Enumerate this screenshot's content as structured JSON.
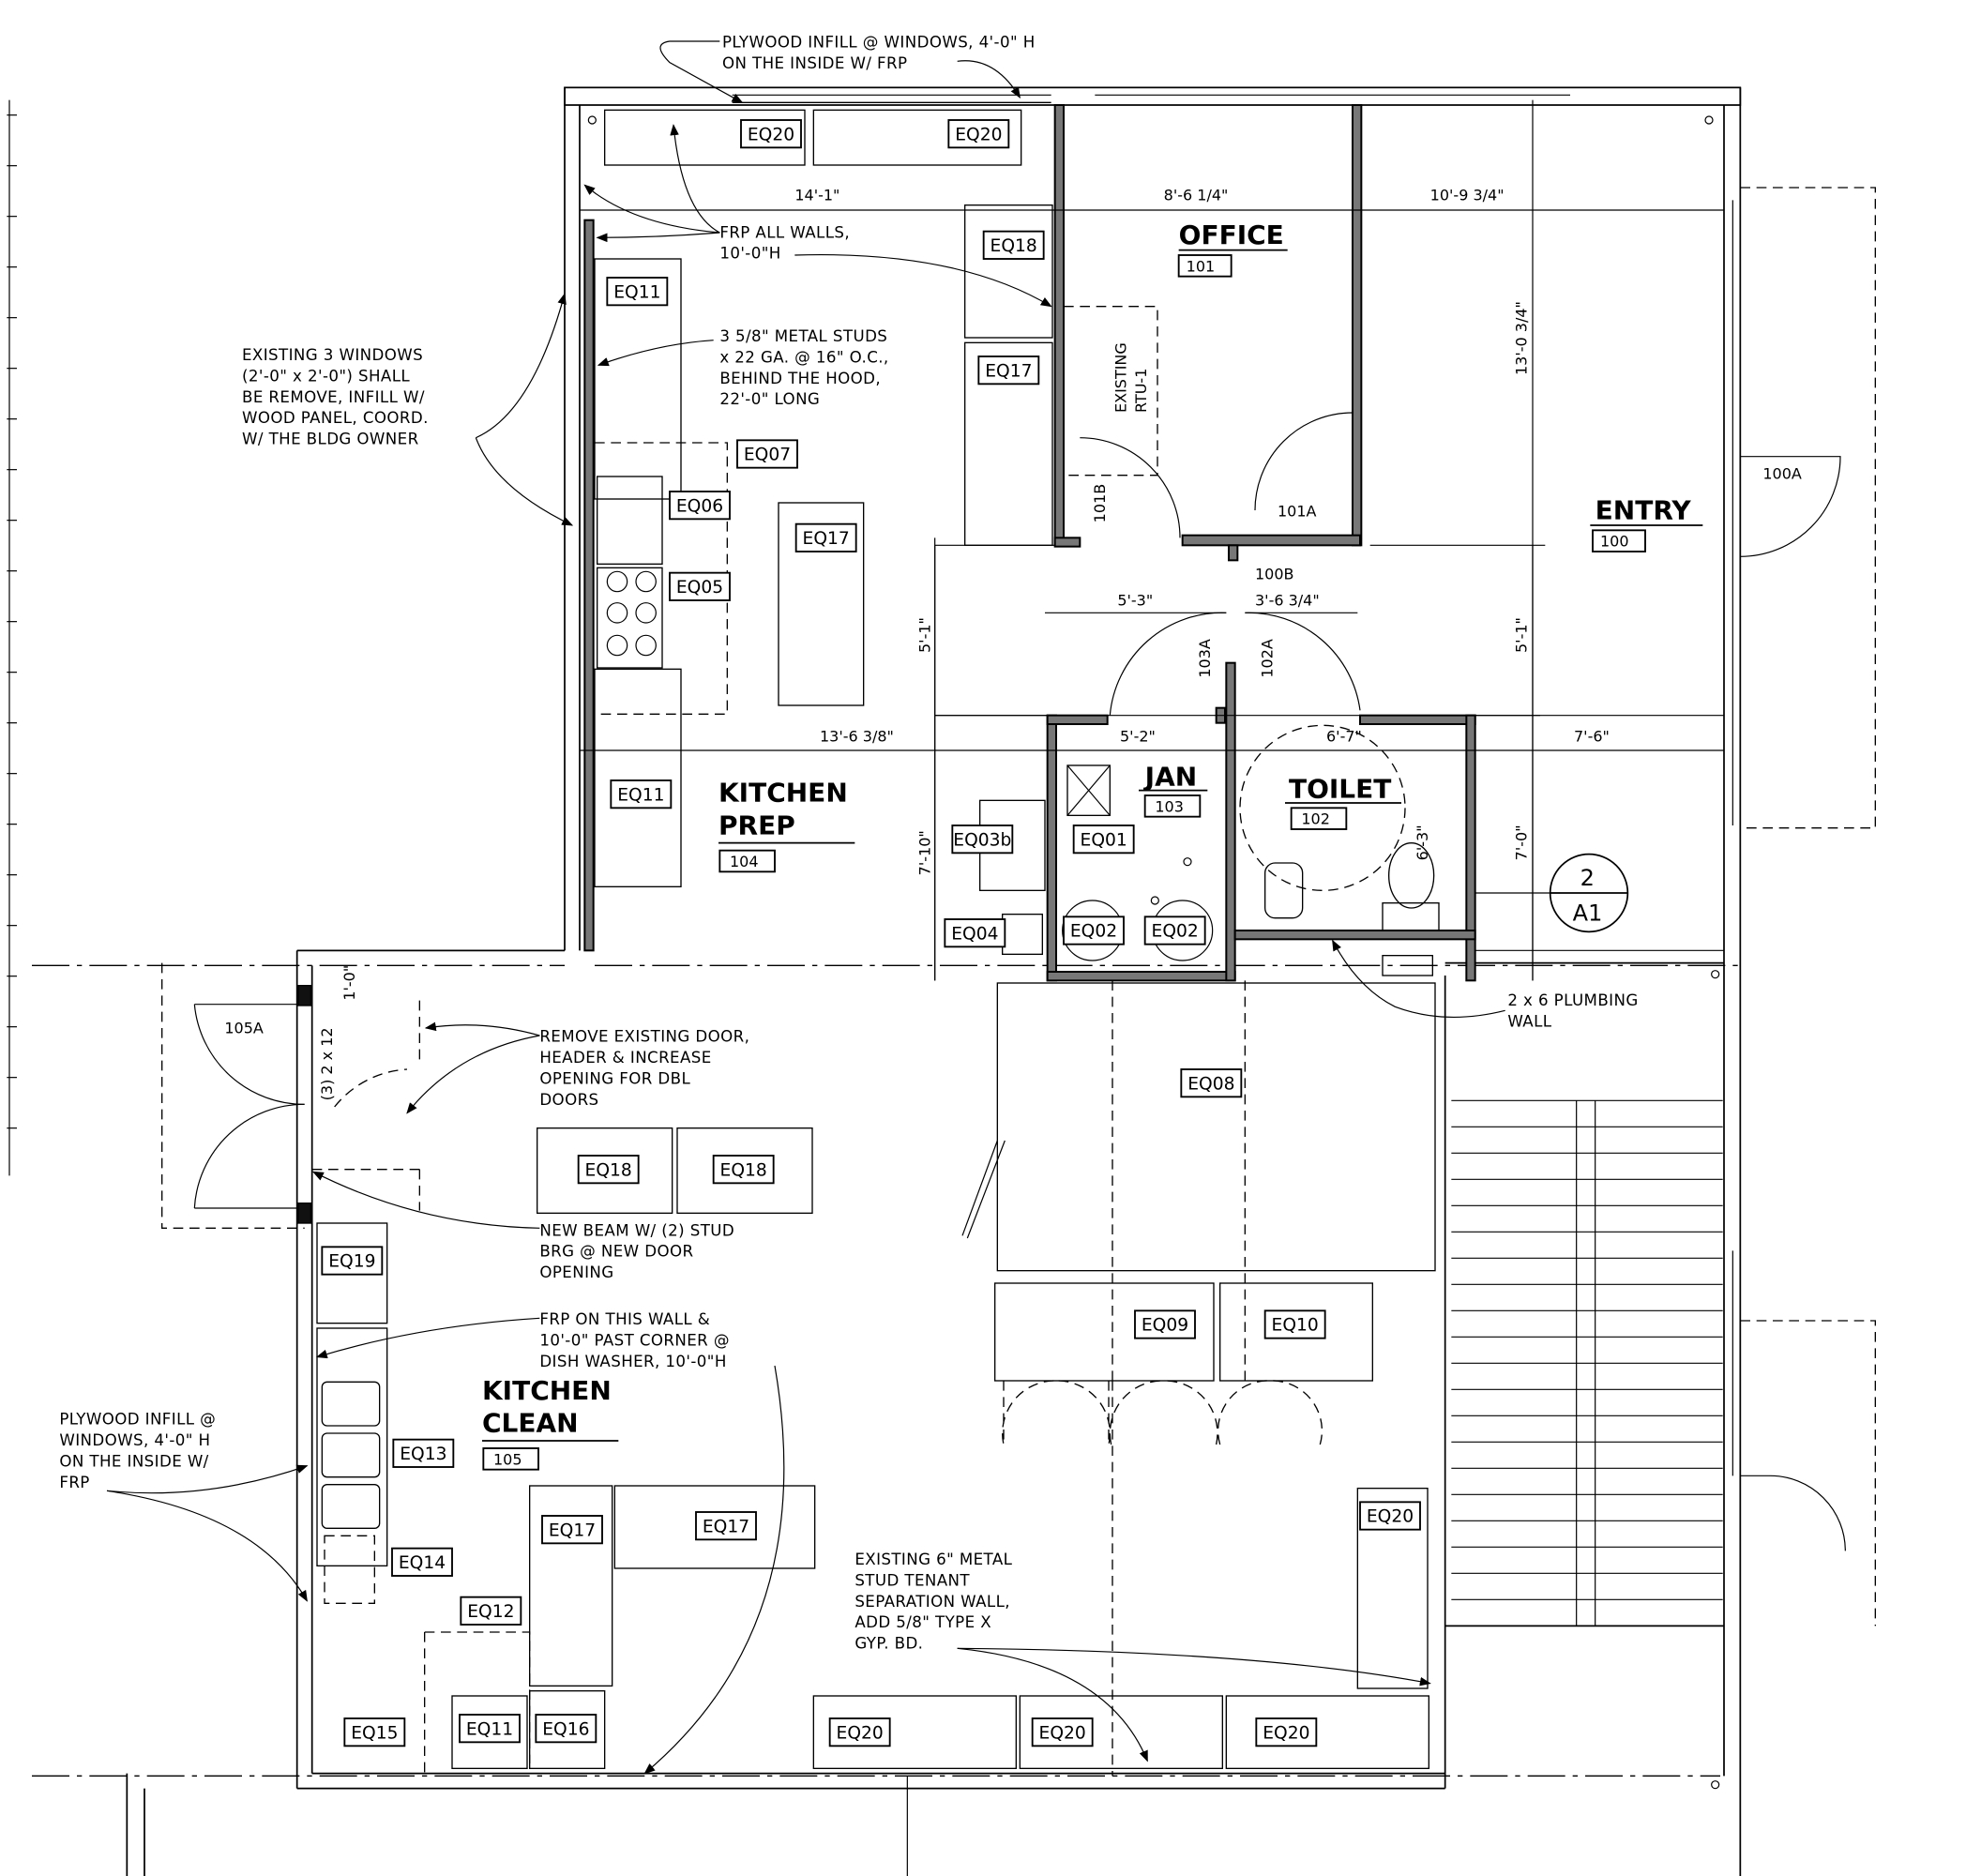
{
  "rooms": {
    "office": {
      "name": "OFFICE",
      "number": "101"
    },
    "entry": {
      "name": "ENTRY",
      "number": "100"
    },
    "jan": {
      "name": "JAN",
      "number": "103"
    },
    "toilet": {
      "name": "TOILET",
      "number": "102"
    },
    "kitchen_prep": {
      "name_line1": "KITCHEN",
      "name_line2": "PREP",
      "number": "104"
    },
    "kitchen_clean": {
      "name_line1": "KITCHEN",
      "name_line2": "CLEAN",
      "number": "105"
    }
  },
  "doors": [
    "101B",
    "101A",
    "100B",
    "103A",
    "102A",
    "100A",
    "105A"
  ],
  "equipment_tags": [
    "EQ20",
    "EQ20",
    "EQ18",
    "EQ17",
    "EQ11",
    "EQ07",
    "EQ06",
    "EQ05",
    "EQ17",
    "EQ11",
    "EQ03b",
    "EQ04",
    "EQ01",
    "EQ02",
    "EQ02",
    "EQ08",
    "EQ18",
    "EQ18",
    "EQ09",
    "EQ10",
    "EQ19",
    "EQ13",
    "EQ14",
    "EQ12",
    "EQ17",
    "EQ17",
    "EQ15",
    "EQ11",
    "EQ16",
    "EQ20",
    "EQ20",
    "EQ20",
    "EQ20"
  ],
  "dimensions": {
    "d14_1": "14'-1\"",
    "d8_6": "8'-6 1/4\"",
    "d10_9": "10'-9 3/4\"",
    "d13_0": "13'-0 3/4\"",
    "d5_1a": "5'-1\"",
    "d5_1b": "5'-1\"",
    "d5_3": "5'-3\"",
    "d3_6": "3'-6 3/4\"",
    "d13_6": "13'-6 3/8\"",
    "d5_2": "5'-2\"",
    "d6_7": "6'-7\"",
    "d7_6": "7'-6\"",
    "d7_10": "7'-10\"",
    "d7_0": "7'-0\"",
    "d6_3": "6'-3\"",
    "d1_0": "1'-0\"",
    "beam": "(3) 2 x 12"
  },
  "rtu": {
    "line1": "EXISTING",
    "line2": "RTU-1"
  },
  "section_marker": {
    "number": "2",
    "sheet": "A1"
  },
  "notes": {
    "plywood_top": [
      "PLYWOOD INFILL @ WINDOWS, 4'-0\" H",
      "ON THE INSIDE W/ FRP"
    ],
    "frp_all": [
      "FRP ALL WALLS,",
      "10'-0\"H"
    ],
    "studs": [
      "3 5/8\" METAL STUDS",
      "x 22 GA. @ 16\" O.C.,",
      "BEHIND THE HOOD,",
      "22'-0\" LONG"
    ],
    "windows": [
      "EXISTING 3 WINDOWS",
      "(2'-0\" x 2'-0\") SHALL",
      "BE REMOVE, INFILL W/",
      "WOOD PANEL, COORD.",
      "W/ THE BLDG OWNER"
    ],
    "remove_door": [
      "REMOVE EXISTING DOOR,",
      "HEADER & INCREASE",
      "OPENING FOR DBL",
      "DOORS"
    ],
    "new_beam": [
      "NEW BEAM W/ (2) STUD",
      "BRG @ NEW DOOR",
      "OPENING"
    ],
    "frp_wall": [
      "FRP ON THIS WALL &",
      "10'-0\" PAST CORNER @",
      "DISH WASHER, 10'-0\"H"
    ],
    "plywood_left": [
      "PLYWOOD INFILL @",
      "WINDOWS, 4'-0\" H",
      "ON THE INSIDE W/",
      "FRP"
    ],
    "plumbing": [
      "2 x 6 PLUMBING",
      "WALL"
    ],
    "tenant_wall": [
      "EXISTING 6\" METAL",
      "STUD TENANT",
      "SEPARATION WALL,",
      "ADD 5/8\" TYPE X",
      "GYP. BD."
    ]
  }
}
